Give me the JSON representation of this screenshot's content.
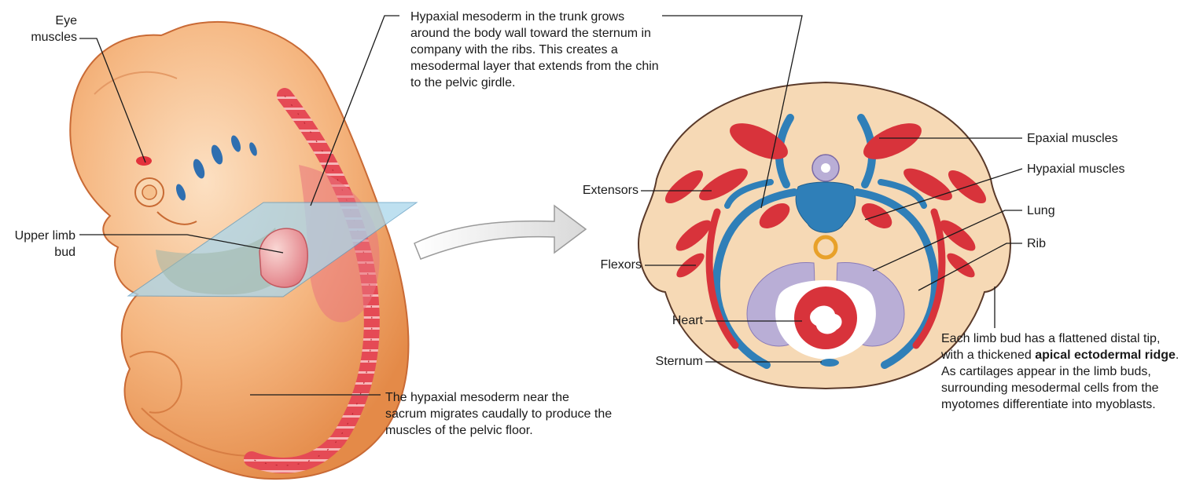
{
  "labels": {
    "eye_muscles": "Eye muscles",
    "upper_limb_bud": "Upper limb bud",
    "extensors": "Extensors",
    "flexors": "Flexors",
    "heart": "Heart",
    "sternum": "Sternum",
    "epaxial_muscles": "Epaxial muscles",
    "hypaxial_muscles": "Hypaxial muscles",
    "lung": "Lung",
    "rib": "Rib"
  },
  "captions": {
    "trunk": "Hypaxial mesoderm in the trunk grows around the body wall toward the sternum in company with the ribs. This creates a mesodermal layer that extends from the chin to the pelvic girdle.",
    "sacrum": "The hypaxial mesoderm near the sacrum migrates caudally to produce the muscles of the pelvic floor.",
    "limb_bud_before": "Each limb bud has a flattened distal tip, with a thickened",
    "limb_bud_bold": "apical ectodermal ridge",
    "limb_bud_after": ". As cartilages appear in the limb buds, surrounding mesodermal cells from the myotomes differentiate into myoblasts."
  },
  "colors": {
    "muscle_red": "#d8333b",
    "cartilage_blue": "#2f7fb8",
    "embryo_skin": "#f4a66a",
    "section_tan": "#f6d9b5",
    "lung_lavender": "#b9aed6",
    "plane_blue": "#a9d6ec"
  }
}
